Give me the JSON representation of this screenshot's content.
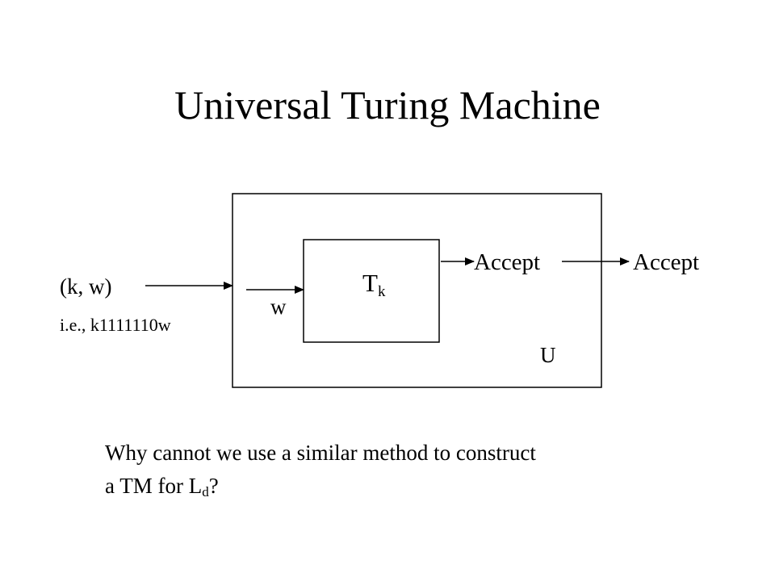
{
  "slide": {
    "title": "Universal Turing Machine"
  },
  "diagram": {
    "input_label": "(k, w)",
    "encoding_label": "i.e., k1111110w",
    "inner_input_label": "w",
    "inner_machine_label": "T",
    "inner_machine_subscript": "k",
    "inner_accept_label": "Accept",
    "outer_accept_label": "Accept",
    "outer_machine_label": "U"
  },
  "question": {
    "line1": "Why cannot we use a similar method to construct",
    "line2_prefix": "a TM for L",
    "line2_subscript": "d",
    "line2_suffix": "?"
  }
}
